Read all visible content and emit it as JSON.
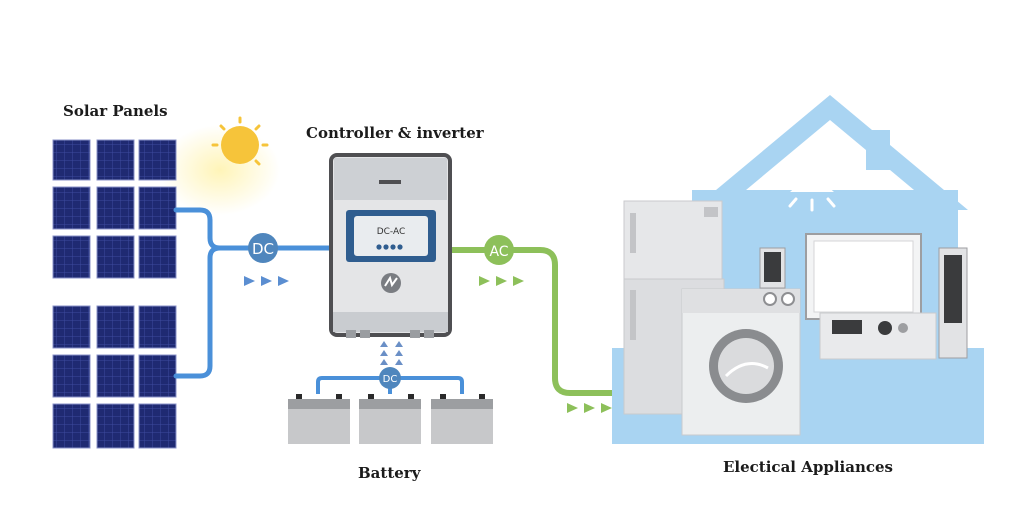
{
  "labels": {
    "solar_panels": "Solar Panels",
    "controller": "Controller & inverter",
    "battery": "Battery",
    "appliances": "Electical Appliances"
  },
  "badges": {
    "dc_main": "DC",
    "ac": "AC",
    "dc_battery": "DC"
  },
  "inverter": {
    "screen_text": "DC-AC"
  },
  "colors": {
    "dc_line": "#4a90d9",
    "ac_line": "#8dc05a",
    "badge_dc": "#4f86bd",
    "badge_ac": "#8dc05a",
    "house": "#a9d4f2",
    "panel": "#1f2a72",
    "sun": "#f6c43a"
  },
  "icons": [
    "sun-icon",
    "solar-panel-icon",
    "inverter-icon",
    "battery-icon",
    "house-icon",
    "refrigerator-icon",
    "washing-machine-icon",
    "tv-icon",
    "speaker-icon",
    "lamp-icon"
  ]
}
